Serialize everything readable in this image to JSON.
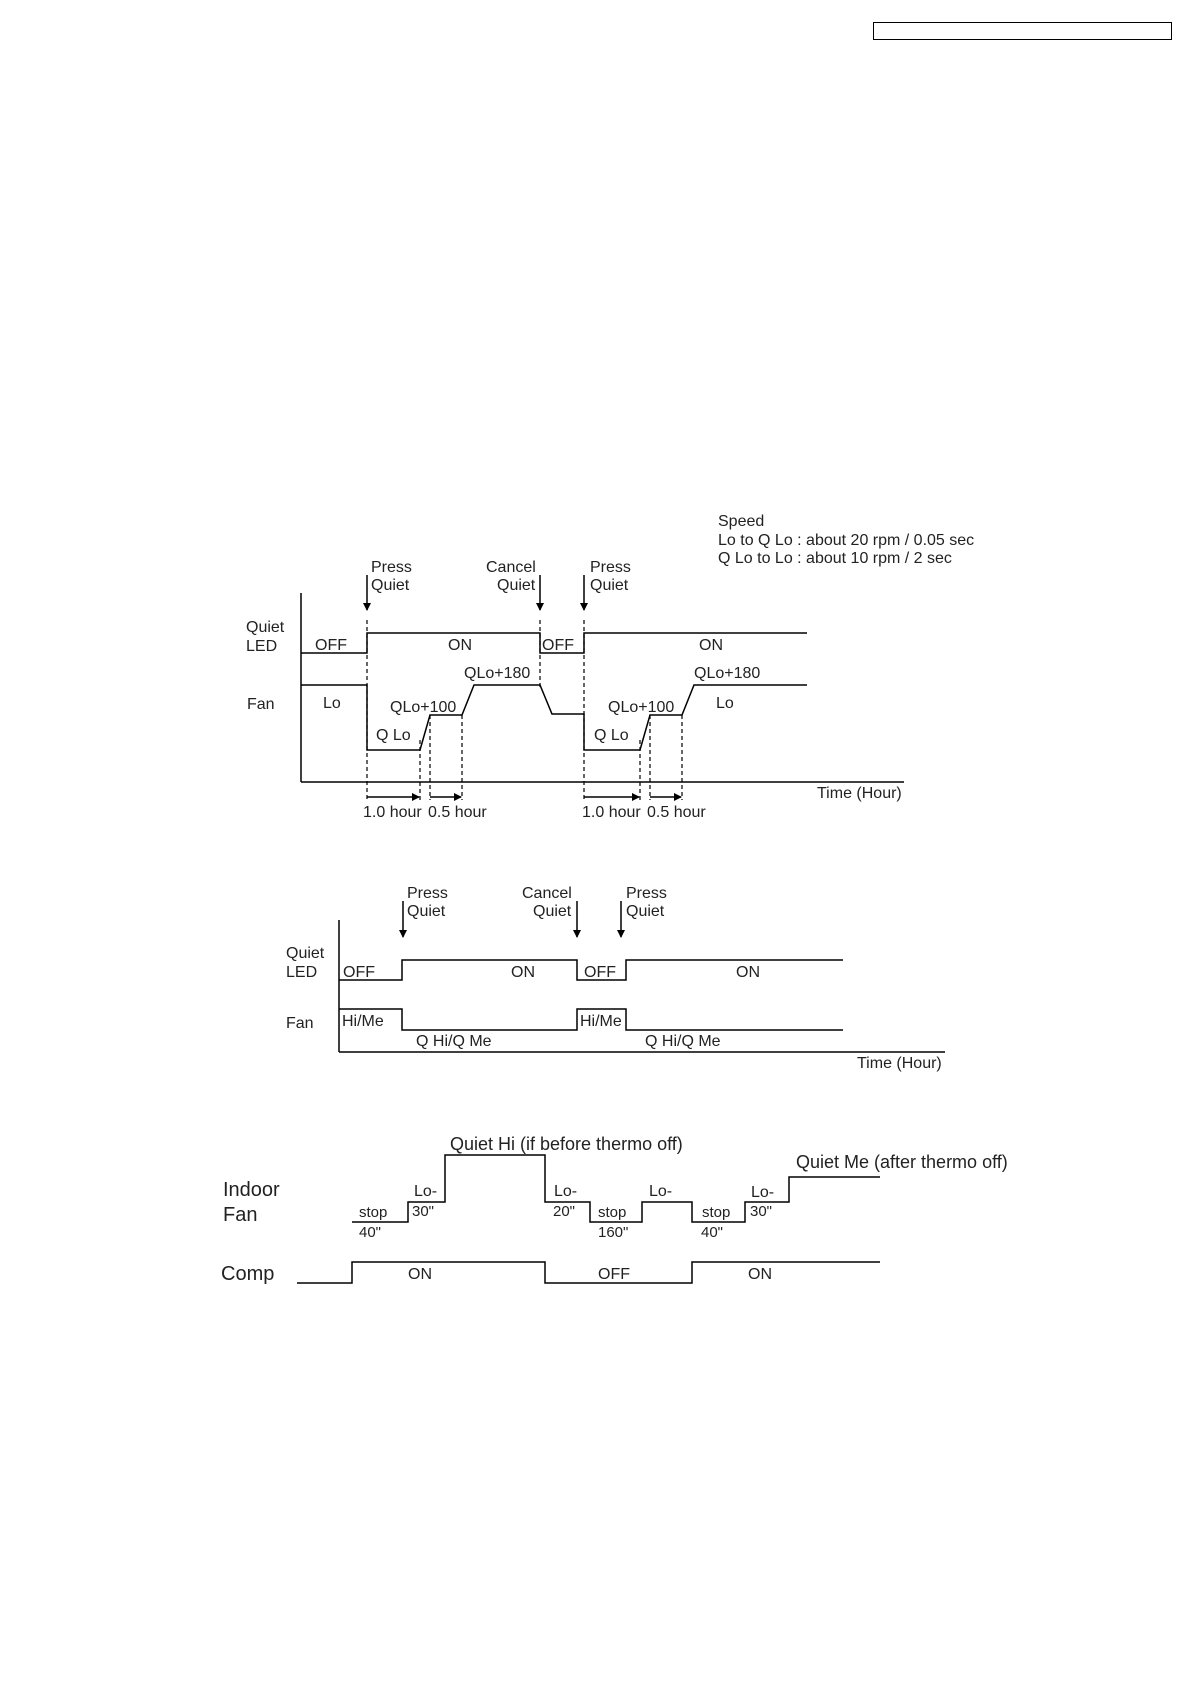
{
  "header": {
    "box_text": ""
  },
  "diagram1": {
    "speed": {
      "title": "Speed",
      "line1": "Lo to Q Lo :  about 20 rpm / 0.05 sec",
      "line2": "Q Lo to Lo :  about 10 rpm / 2 sec"
    },
    "events": {
      "press1_a": "Press",
      "press1_b": "Quiet",
      "cancel_a": "Cancel",
      "cancel_b": "Quiet",
      "press2_a": "Press",
      "press2_b": "Quiet"
    },
    "labels": {
      "quiet": "Quiet",
      "led": "LED",
      "fan": "Fan",
      "off1": "OFF",
      "on1": "ON",
      "off2": "OFF",
      "on2": "ON",
      "lo1": "Lo",
      "qlo1": "Q Lo",
      "qlo100_1": "QLo+100",
      "qlo180_1": "QLo+180",
      "qlo2": "Q Lo",
      "qlo100_2": "QLo+100",
      "qlo180_2": "QLo+180",
      "lo2": "Lo",
      "time": "Time (Hour)",
      "h1_0_a": "1.0 hour",
      "h0_5_a": "0.5 hour",
      "h1_0_b": "1.0 hour",
      "h0_5_b": "0.5 hour"
    }
  },
  "diagram2": {
    "events": {
      "press1_a": "Press",
      "press1_b": "Quiet",
      "cancel_a": "Cancel",
      "cancel_b": "Quiet",
      "press2_a": "Press",
      "press2_b": "Quiet"
    },
    "labels": {
      "quiet": "Quiet",
      "led": "LED",
      "fan": "Fan",
      "off1": "OFF",
      "on1": "ON",
      "off2": "OFF",
      "on2": "ON",
      "hime1": "Hi/Me",
      "qhime1": "Q Hi/Q Me",
      "hime2": "Hi/Me",
      "qhime2": "Q Hi/Q Me",
      "time": "Time (Hour)"
    }
  },
  "diagram3": {
    "labels": {
      "indoor": "Indoor",
      "fan": "Fan",
      "comp": "Comp",
      "quiet_hi": "Quiet Hi (if before thermo off)",
      "quiet_me": "Quiet Me (after thermo off)",
      "stop1": "stop",
      "t40_1": "40\"",
      "lo1": "Lo-",
      "t30_1": "30\"",
      "lo2": "Lo-",
      "t20": "20\"",
      "stop2": "stop",
      "t160": "160\"",
      "lo3": "Lo-",
      "stop3": "stop",
      "t40_2": "40\"",
      "lo4": "Lo-",
      "t30_2": "30\"",
      "on1": "ON",
      "off": "OFF",
      "on2": "ON"
    }
  }
}
